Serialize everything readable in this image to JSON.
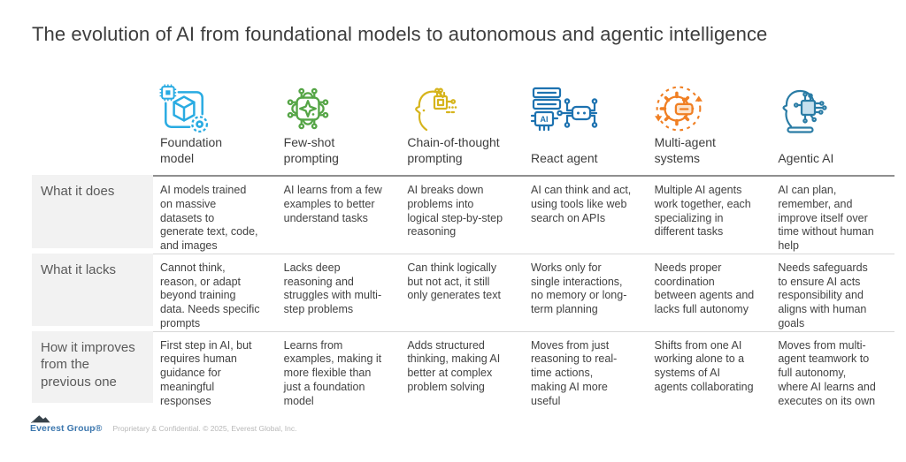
{
  "title": "The evolution of AI from foundational models to autonomous and agentic intelligence",
  "table": {
    "row_headers": [
      "What it does",
      "What it lacks",
      "How it improves from the previous one"
    ],
    "columns": [
      {
        "label": "Foundation\nmodel",
        "icon": "foundation-model-icon",
        "color": "#29abe2",
        "what_it_does": "AI models trained on massive datasets to generate text, code, and images",
        "what_it_lacks": "Cannot think, reason, or adapt beyond training data. Needs specific prompts",
        "how_it_improves": "First step in AI, but requires human guidance for meaningful responses"
      },
      {
        "label": "Few-shot\nprompting",
        "icon": "few-shot-prompting-icon",
        "color": "#55a546",
        "what_it_does": "AI learns from a few examples to better understand tasks",
        "what_it_lacks": "Lacks deep reasoning and struggles with multi-step problems",
        "how_it_improves": "Learns from examples, making it more flexible than just a foundation model"
      },
      {
        "label": "Chain-of-thought\nprompting",
        "icon": "chain-of-thought-icon",
        "color": "#d6b41c",
        "what_it_does": "AI breaks down problems into logical step-by-step reasoning",
        "what_it_lacks": "Can think logically but not act, it still only generates text",
        "how_it_improves": "Adds structured thinking, making AI better at complex problem solving"
      },
      {
        "label": "React agent",
        "icon": "react-agent-icon",
        "color": "#1d72b0",
        "what_it_does": "AI can think and act, using tools like web search on APIs",
        "what_it_lacks": "Works only for single interactions, no memory or long-term planning",
        "how_it_improves": "Moves from just reasoning to real-time actions, making AI more useful"
      },
      {
        "label": "Multi-agent\nsystems",
        "icon": "multi-agent-systems-icon",
        "color": "#f07f23",
        "what_it_does": "Multiple AI agents work together, each specializing in different tasks",
        "what_it_lacks": "Needs proper coordination between agents and lacks full autonomy",
        "how_it_improves": "Shifts from one AI working alone to a systems of AI agents collaborating"
      },
      {
        "label": "Agentic AI",
        "icon": "agentic-ai-icon",
        "color": "#2a7ca5",
        "what_it_does": "AI can plan, remember, and improve itself over time without human help",
        "what_it_lacks": "Needs safeguards to ensure AI acts responsibility and aligns with human goals",
        "how_it_improves": "Moves from multi-agent teamwork to full autonomy, where AI learns and executes on its own"
      }
    ]
  },
  "footer": {
    "brand": "Everest Group®",
    "note": "Proprietary & Confidential. © 2025, Everest Global, Inc."
  }
}
